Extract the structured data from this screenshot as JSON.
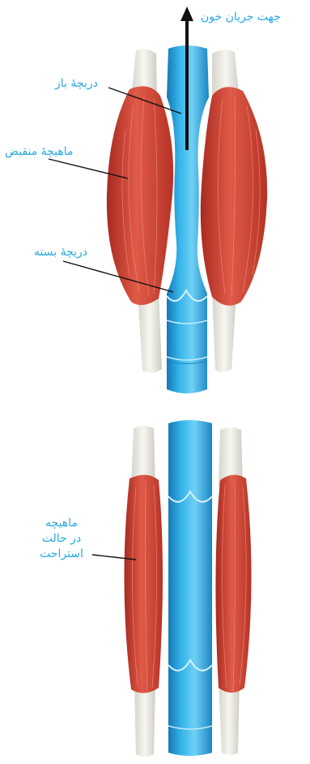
{
  "labels": {
    "flow_direction": "جهت جریان خون",
    "open_valve": "دریچهٔ باز",
    "contracted_muscle": "ماهیچهٔ منقبض",
    "closed_valve": "دریچهٔ بسته",
    "relaxed_muscle_line1": "ماهیچه",
    "relaxed_muscle_line2": "در حالت",
    "relaxed_muscle_line3": "استراحت"
  },
  "colors": {
    "label_text": "#27a9e1",
    "vein": "#29a9e0",
    "vein_dark": "#1681bd",
    "muscle": "#d9473a",
    "muscle_dark": "#a8281f",
    "tendon": "#ecebe4",
    "arrow": "#111111"
  }
}
